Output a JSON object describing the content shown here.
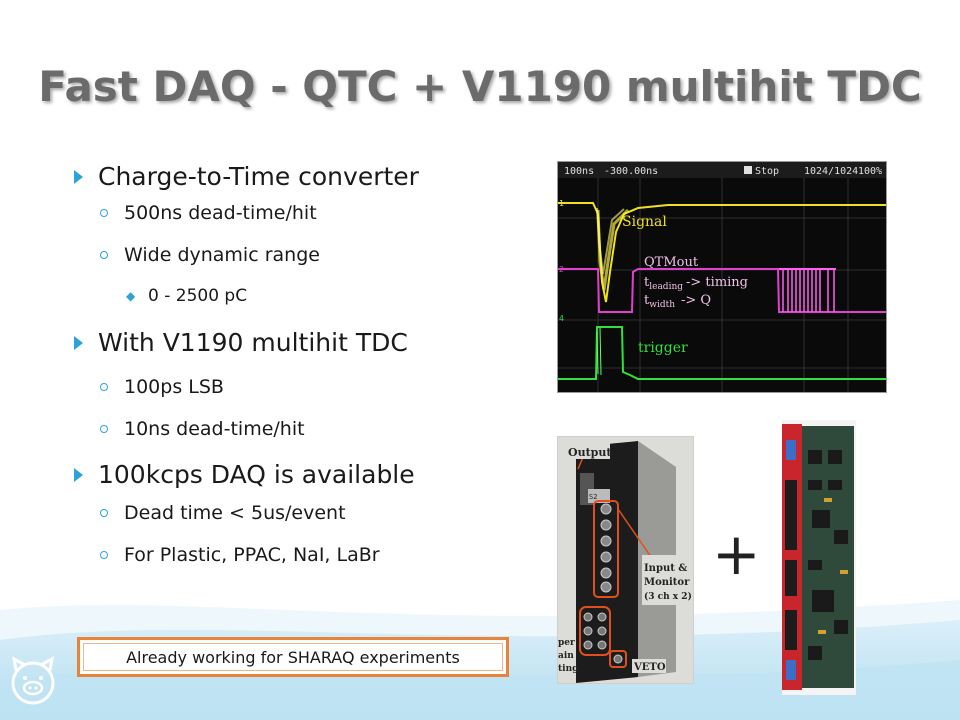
{
  "title": "Fast DAQ - QTC + V1190 multihit TDC",
  "bullets": [
    {
      "text": "Charge-to-Time converter",
      "children": [
        {
          "text": "500ns dead-time/hit"
        },
        {
          "text": "Wide dynamic range",
          "children": [
            {
              "text": "0 - 2500 pC"
            }
          ]
        }
      ]
    },
    {
      "text": "With V1190 multihit TDC",
      "children": [
        {
          "text": "100ps LSB"
        },
        {
          "text": "10ns dead-time/hit"
        }
      ]
    },
    {
      "text": "100kcps DAQ is available",
      "children": [
        {
          "text": "Dead time < 5us/event"
        },
        {
          "text": "For Plastic, PPAC, NaI, LaBr"
        }
      ]
    }
  ],
  "scope": {
    "timebase": "100ns",
    "offset": "-300.00ns",
    "mode": "Stop",
    "acq": "1024/1024",
    "zoom": "100%",
    "signal_label": "Signal",
    "qtm_label": "QTMout",
    "t_leading": "t",
    "t_leading_sub": "leading",
    "t_leading_arrow": "-> timing",
    "t_width": "t",
    "t_width_sub": "width",
    "t_width_arrow": "-> Q",
    "trigger_label": "trigger",
    "ch1": "1",
    "ch2": "2",
    "ch4": "4"
  },
  "module_photo": {
    "output": "Output",
    "input_monitor_1": "Input &",
    "input_monitor_2": "Monitor",
    "input_monitor_3": "(3 ch x 2)",
    "veto": "VETO",
    "side_1": "per",
    "side_2": "ain",
    "side_3": "ting",
    "module_id": "S2"
  },
  "plus": "+",
  "note": "Already working for SHARAQ experiments",
  "colors": {
    "accent": "#2ba3d6",
    "note_border": "#e8843a",
    "signal": "#f0e020",
    "qtm": "#e040d0",
    "trigger": "#30e040"
  }
}
